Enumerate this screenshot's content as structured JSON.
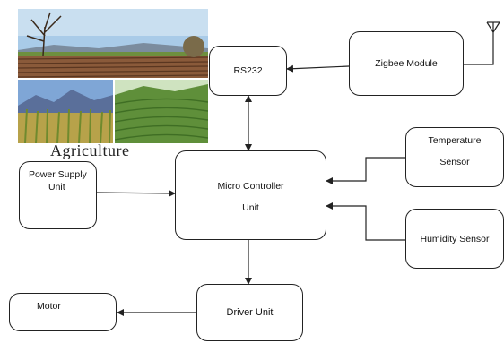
{
  "image_caption": "Agriculture",
  "blocks": {
    "rs232": "RS232",
    "zigbee": "Zigbee Module",
    "power_line1": "Power Supply",
    "power_line2": "Unit",
    "mcu_line1": "Micro Controller",
    "mcu_line2": "Unit",
    "temp_line1": "Temperature",
    "temp_line2": "Sensor",
    "humidity": "Humidity Sensor",
    "driver": "Driver Unit",
    "motor": "Motor"
  },
  "colors": {
    "line": "#222222",
    "sky": "#9ec3e6",
    "field": "#8a5a3a",
    "grass": "#5f8f3a",
    "mountains": "#5a6f9a"
  },
  "icons": [
    "antenna-icon"
  ]
}
